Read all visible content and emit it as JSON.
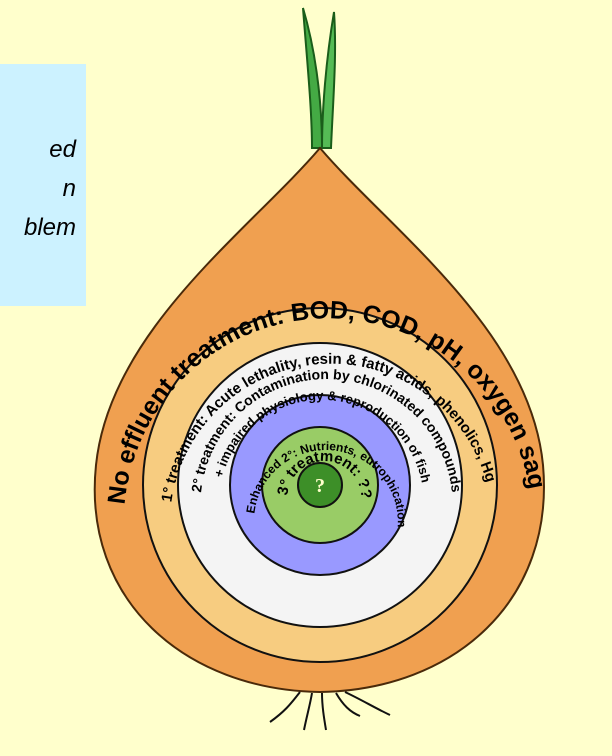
{
  "callout": {
    "lines": [
      "ed",
      "n",
      "blem"
    ]
  },
  "layers": {
    "outer": "No effluent treatment: BOD, COD, pH, oxygen sag",
    "primary": "1° treatment: Acute lethality, resin & fatty acids, phenolics, Hg",
    "secondary_line1": "2° treatment: Contamination by chlorinated compounds",
    "secondary_line2": "+ impaired physiology & reproduction of fish",
    "enhanced": "Enhanced 2°: Nutrients, eutrophication",
    "tertiary": "3° treatment: ??",
    "core": "?"
  },
  "colors": {
    "background": "#ffffcc",
    "callout": "#ccf2ff",
    "onion_skin": "#f0a050",
    "primary_ring": "#f7cc80",
    "secondary_ring": "#f4f4f4",
    "enhanced_ring": "#9999ff",
    "tertiary_ring": "#99cc66",
    "core": "#3d8f28",
    "sprout": "#44aa44"
  }
}
